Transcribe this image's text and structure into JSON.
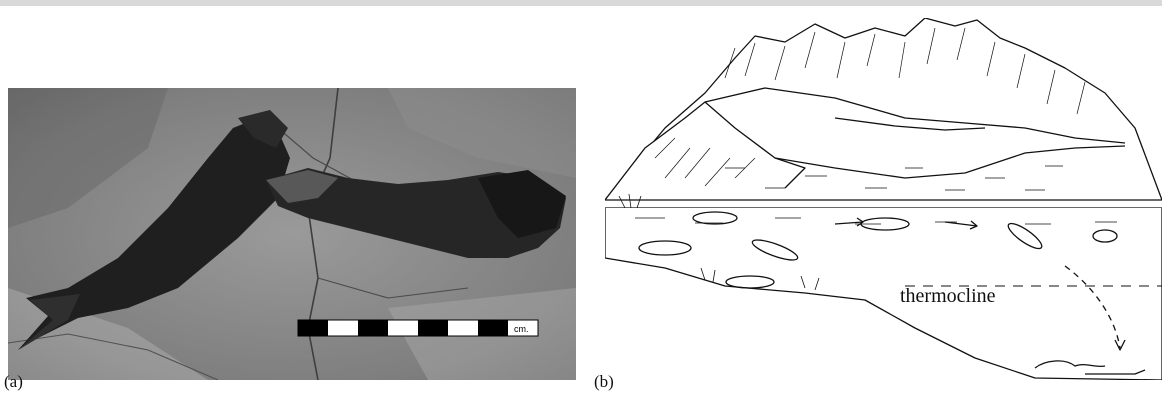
{
  "figure": {
    "panel_a_label": "(a)",
    "panel_b_label": "(b)",
    "scale_unit": "cm.",
    "thermocline_label": "thermocline"
  }
}
